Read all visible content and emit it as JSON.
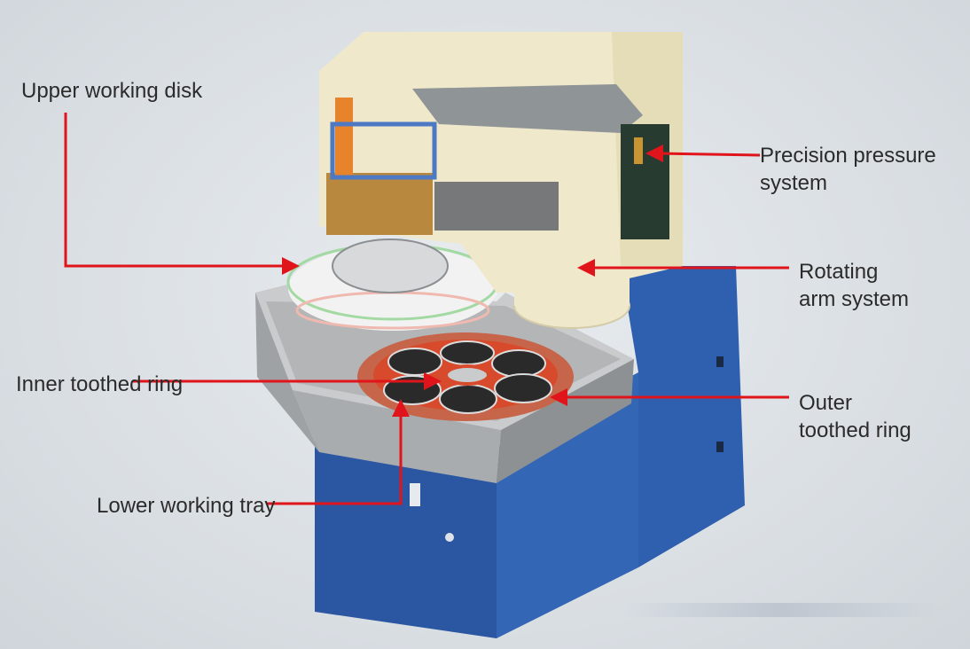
{
  "labels": {
    "upper_working_disk": "Upper working disk",
    "precision_pressure": [
      "Precision pressure",
      "system"
    ],
    "rotating_arm": [
      "Rotating",
      "arm system"
    ],
    "inner_toothed_ring": "Inner toothed ring",
    "outer_toothed_ring": [
      "Outer",
      "toothed ring"
    ],
    "lower_working_tray": "Lower working tray"
  },
  "colors": {
    "arrow": "#e0141b",
    "base_blue": "#2f5fae",
    "head_cream": "#efe7c7",
    "tray_grey": "#b9bcbf"
  }
}
